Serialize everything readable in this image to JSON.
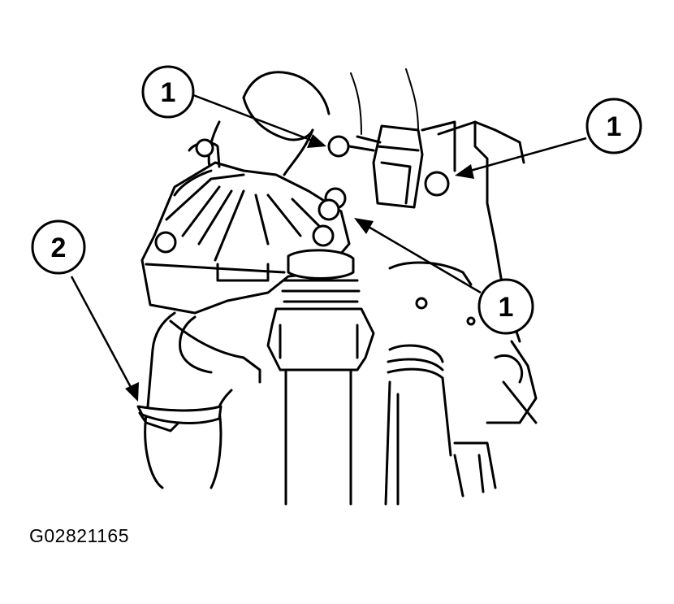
{
  "figure_id": "G02821165",
  "callouts": [
    {
      "number": "1",
      "target": "upper left bolt"
    },
    {
      "number": "1",
      "target": "upper right bolt"
    },
    {
      "number": "1",
      "target": "center bolt"
    },
    {
      "number": "2",
      "target": "hose clamp"
    }
  ]
}
